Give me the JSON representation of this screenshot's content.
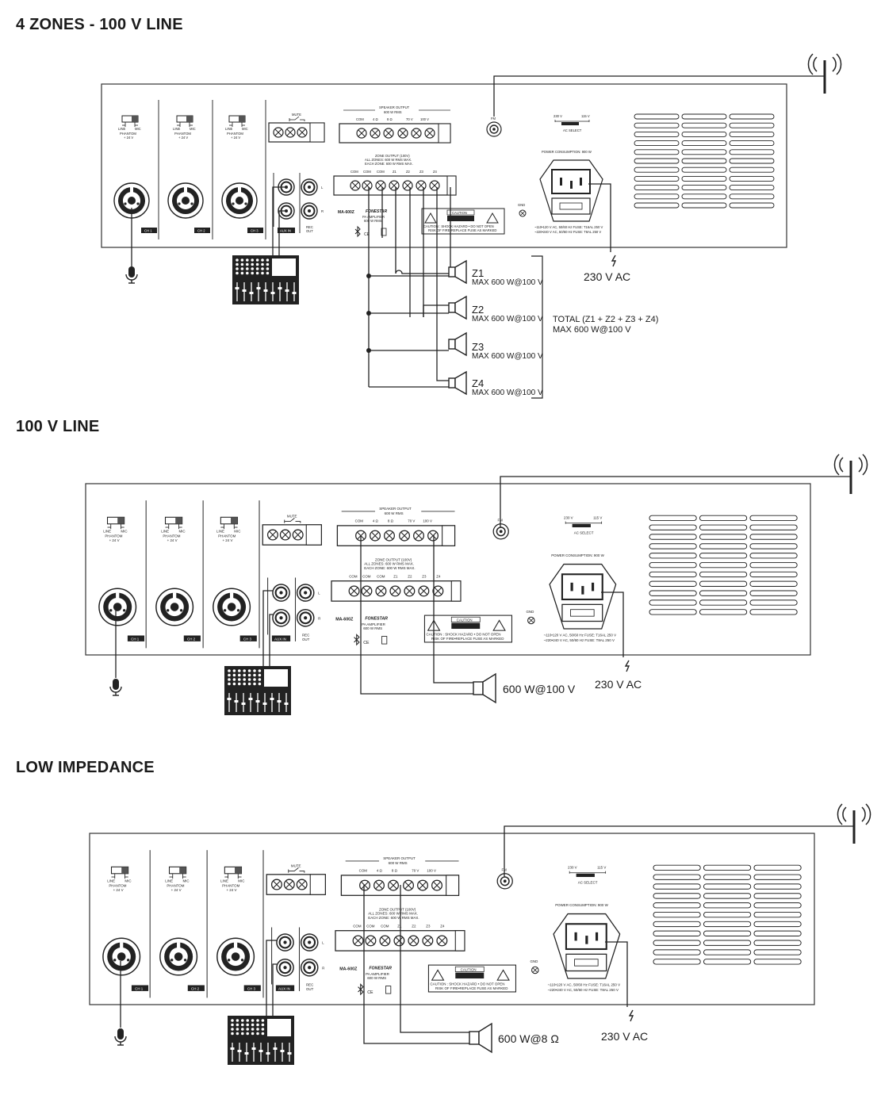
{
  "sections": [
    {
      "title": "4 ZONES - 100 V LINE",
      "power_label": "230 V AC",
      "zones": [
        {
          "name": "Z1",
          "rating": "MAX 600 W@100 V"
        },
        {
          "name": "Z2",
          "rating": "MAX 600 W@100 V"
        },
        {
          "name": "Z3",
          "rating": "MAX 600 W@100 V"
        },
        {
          "name": "Z4",
          "rating": "MAX 600 W@100 V"
        }
      ],
      "total_line1": "TOTAL (Z1 + Z2 + Z3 + Z4)",
      "total_line2": "MAX 600 W@100 V"
    },
    {
      "title": "100 V LINE",
      "power_label": "230 V AC",
      "speaker_label": "600 W@100 V"
    },
    {
      "title": "LOW IMPEDANCE",
      "power_label": "230 V AC",
      "speaker_label": "600 W@8 Ω"
    }
  ],
  "panel": {
    "model": "MA-600Z",
    "brand": "FONESTAR",
    "product_line1": "PA AMPLIFIER",
    "product_line2": "600 W RMS",
    "mute": "MUTE",
    "phantom": "PHANTOM",
    "phantom_v": "+ 24 V",
    "line": "LINE",
    "mic": "MIC",
    "channels": [
      "CH 1",
      "CH 2",
      "CH 3"
    ],
    "aux_in": "AUX IN",
    "rec_out_1": "REC",
    "rec_out_2": "OUT",
    "l": "L",
    "r": "R",
    "speaker_output": "SPEAKER OUTPUT",
    "speaker_output_rms": "600 W RMS",
    "speaker_terminals": [
      "COM",
      "4 Ω",
      "8 Ω",
      "70 V",
      "100 V"
    ],
    "zone_output": "ZONE OUTPUT (100V)",
    "zone_all": "ALL ZONES: 600 W RMS MAX.",
    "zone_each": "EACH ZONE: 600 W RMS MAX.",
    "zone_terminals": [
      "COM",
      "COM",
      "COM",
      "Z1",
      "Z2",
      "Z3",
      "Z4"
    ],
    "fm": "FM",
    "gnd": "GND",
    "caution": "CAUTION",
    "caution_line1": "CAUTION : SHOCK HAZARD • DO NOT OPEN",
    "caution_line2": "RISK OF FIRE•REPLACE FUSE AS MARKED",
    "ac_select": "AC SELECT",
    "v230": "230 V",
    "v115": "115 V",
    "power_consumption": "POWER CONSUMPTION: 900 W",
    "fuse_line1": "~110•120 V AC, 50/60 Hz FUSE: T16AL 250 V",
    "fuse_line2": "~220•240 V AC, 50/60 Hz FUSE: T8AL 250 V",
    "ce": "CE"
  }
}
